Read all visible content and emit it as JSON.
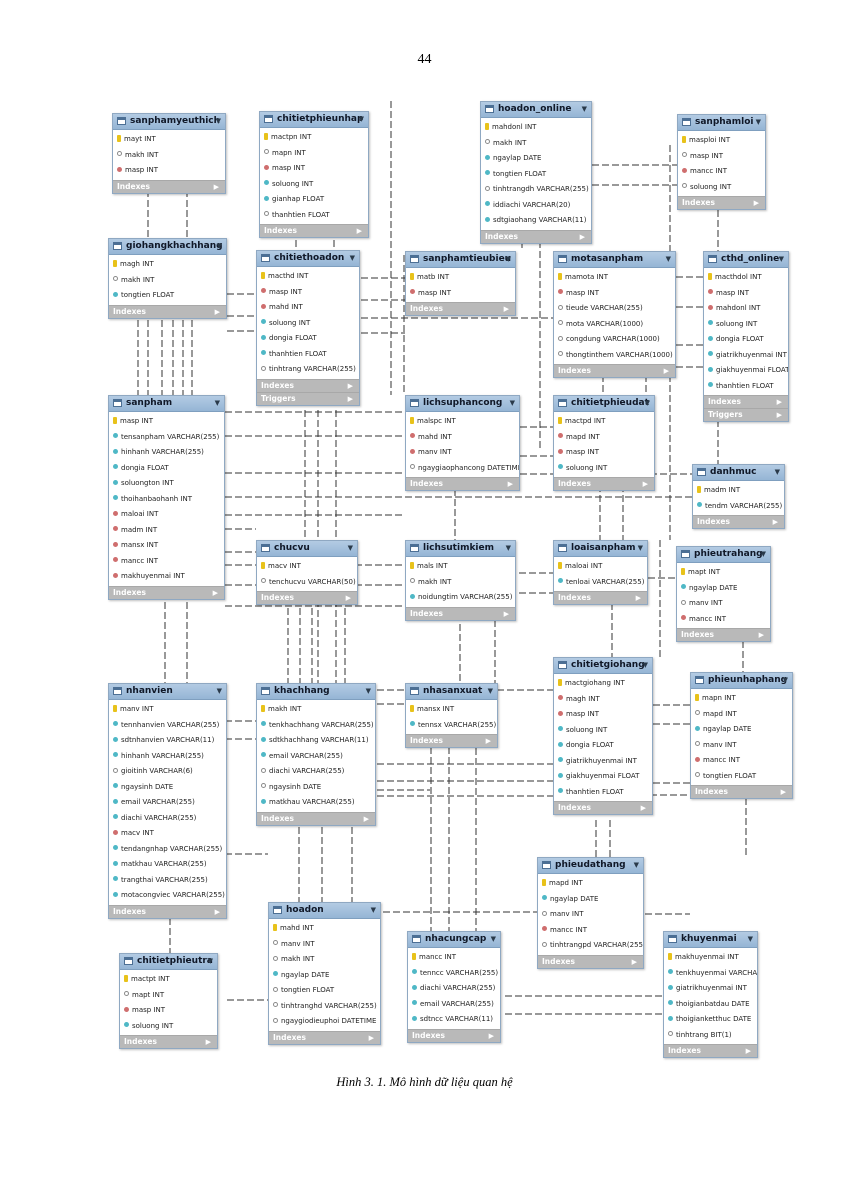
{
  "page_number": "44",
  "caption": "Hình 3. 1. Mô hình dữ liệu quan hệ",
  "ui": {
    "expand_glyph": "▼",
    "section_glyph": "▶"
  },
  "colors": {
    "header": "#9dbbd9",
    "section": "#b9b9b9",
    "primary_key": "#e8c21a",
    "foreign_key": "#cf6e6e",
    "column": "#4fb8c6",
    "line": "#333333"
  },
  "tables": [
    {
      "name": "sanphamyeuthich",
      "columns": [
        {
          "t": "key",
          "n": "mayt INT"
        },
        {
          "t": "plain",
          "n": "makh INT"
        },
        {
          "t": "fk",
          "n": "masp INT"
        }
      ],
      "sections": [
        "Indexes"
      ]
    },
    {
      "name": "chitietphieunhap",
      "columns": [
        {
          "t": "key",
          "n": "mactpn INT"
        },
        {
          "t": "plain",
          "n": "mapn INT"
        },
        {
          "t": "fk",
          "n": "masp INT"
        },
        {
          "t": "nn",
          "n": "soluong INT"
        },
        {
          "t": "nn",
          "n": "gianhap FLOAT"
        },
        {
          "t": "plain",
          "n": "thanhtien FLOAT"
        }
      ],
      "sections": [
        "Indexes"
      ]
    },
    {
      "name": "hoadon_online",
      "columns": [
        {
          "t": "key",
          "n": "mahdonl INT"
        },
        {
          "t": "plain",
          "n": "makh INT"
        },
        {
          "t": "nn",
          "n": "ngaylap DATE"
        },
        {
          "t": "nn",
          "n": "tongtien FLOAT"
        },
        {
          "t": "plain",
          "n": "tinhtrangdh VARCHAR(255)"
        },
        {
          "t": "nn",
          "n": "iddiachi VARCHAR(20)"
        },
        {
          "t": "nn",
          "n": "sdtgiaohang VARCHAR(11)"
        }
      ],
      "sections": [
        "Indexes"
      ]
    },
    {
      "name": "sanphamloi",
      "columns": [
        {
          "t": "key",
          "n": "masploi INT"
        },
        {
          "t": "plain",
          "n": "masp INT"
        },
        {
          "t": "fk",
          "n": "mancc INT"
        },
        {
          "t": "plain",
          "n": "soluong INT"
        }
      ],
      "sections": [
        "Indexes"
      ]
    },
    {
      "name": "giohangkhachhang",
      "columns": [
        {
          "t": "key",
          "n": "magh INT"
        },
        {
          "t": "plain",
          "n": "makh INT"
        },
        {
          "t": "nn",
          "n": "tongtien FLOAT"
        }
      ],
      "sections": [
        "Indexes"
      ]
    },
    {
      "name": "chitiethoadon",
      "columns": [
        {
          "t": "key",
          "n": "macthd INT"
        },
        {
          "t": "fk",
          "n": "masp INT"
        },
        {
          "t": "fk",
          "n": "mahd INT"
        },
        {
          "t": "nn",
          "n": "soluong INT"
        },
        {
          "t": "nn",
          "n": "dongia FLOAT"
        },
        {
          "t": "nn",
          "n": "thanhtien FLOAT"
        },
        {
          "t": "plain",
          "n": "tinhtrang VARCHAR(255)"
        }
      ],
      "sections": [
        "Indexes",
        "Triggers"
      ]
    },
    {
      "name": "sanphamtieubieu",
      "columns": [
        {
          "t": "key",
          "n": "matb INT"
        },
        {
          "t": "fk",
          "n": "masp INT"
        }
      ],
      "sections": [
        "Indexes"
      ]
    },
    {
      "name": "motasanpham",
      "columns": [
        {
          "t": "key",
          "n": "mamota INT"
        },
        {
          "t": "fk",
          "n": "masp INT"
        },
        {
          "t": "plain",
          "n": "tieude VARCHAR(255)"
        },
        {
          "t": "plain",
          "n": "mota VARCHAR(1000)"
        },
        {
          "t": "plain",
          "n": "congdung VARCHAR(1000)"
        },
        {
          "t": "plain",
          "n": "thongtinthem VARCHAR(1000)"
        }
      ],
      "sections": [
        "Indexes"
      ]
    },
    {
      "name": "cthd_online",
      "columns": [
        {
          "t": "key",
          "n": "macthdol INT"
        },
        {
          "t": "fk",
          "n": "masp INT"
        },
        {
          "t": "fk",
          "n": "mahdonl INT"
        },
        {
          "t": "nn",
          "n": "soluong INT"
        },
        {
          "t": "nn",
          "n": "dongia FLOAT"
        },
        {
          "t": "nn",
          "n": "giatrikhuyenmai INT"
        },
        {
          "t": "nn",
          "n": "giakhuyenmai FLOAT"
        },
        {
          "t": "nn",
          "n": "thanhtien FLOAT"
        }
      ],
      "sections": [
        "Indexes",
        "Triggers"
      ]
    },
    {
      "name": "sanpham",
      "columns": [
        {
          "t": "key",
          "n": "masp INT"
        },
        {
          "t": "nn",
          "n": "tensanpham VARCHAR(255)"
        },
        {
          "t": "nn",
          "n": "hinhanh VARCHAR(255)"
        },
        {
          "t": "nn",
          "n": "dongia FLOAT"
        },
        {
          "t": "nn",
          "n": "soluongton INT"
        },
        {
          "t": "nn",
          "n": "thoihanbaohanh INT"
        },
        {
          "t": "fk",
          "n": "maloai INT"
        },
        {
          "t": "fk",
          "n": "madm INT"
        },
        {
          "t": "fk",
          "n": "mansx INT"
        },
        {
          "t": "fk",
          "n": "mancc INT"
        },
        {
          "t": "fk",
          "n": "makhuyenmai INT"
        }
      ],
      "sections": [
        "Indexes"
      ]
    },
    {
      "name": "lichsuphancong",
      "columns": [
        {
          "t": "key",
          "n": "malspc INT"
        },
        {
          "t": "fk",
          "n": "mahd INT"
        },
        {
          "t": "fk",
          "n": "manv INT"
        },
        {
          "t": "plain",
          "n": "ngaygiaophancong DATETIME"
        }
      ],
      "sections": [
        "Indexes"
      ]
    },
    {
      "name": "chitietphieudat",
      "columns": [
        {
          "t": "key",
          "n": "mactpd INT"
        },
        {
          "t": "fk",
          "n": "mapd INT"
        },
        {
          "t": "fk",
          "n": "masp INT"
        },
        {
          "t": "nn",
          "n": "soluong INT"
        }
      ],
      "sections": [
        "Indexes"
      ]
    },
    {
      "name": "danhmuc",
      "columns": [
        {
          "t": "key",
          "n": "madm INT"
        },
        {
          "t": "nn",
          "n": "tendm VARCHAR(255)"
        }
      ],
      "sections": [
        "Indexes"
      ]
    },
    {
      "name": "chucvu",
      "columns": [
        {
          "t": "key",
          "n": "macv INT"
        },
        {
          "t": "plain",
          "n": "tenchucvu VARCHAR(50)"
        }
      ],
      "sections": [
        "Indexes"
      ]
    },
    {
      "name": "lichsutimkiem",
      "columns": [
        {
          "t": "key",
          "n": "mals INT"
        },
        {
          "t": "plain",
          "n": "makh INT"
        },
        {
          "t": "nn",
          "n": "noidungtim VARCHAR(255)"
        }
      ],
      "sections": [
        "Indexes"
      ]
    },
    {
      "name": "loaisanpham",
      "columns": [
        {
          "t": "key",
          "n": "maloai INT"
        },
        {
          "t": "nn",
          "n": "tenloai VARCHAR(255)"
        }
      ],
      "sections": [
        "Indexes"
      ]
    },
    {
      "name": "phieutrahang",
      "columns": [
        {
          "t": "key",
          "n": "mapt INT"
        },
        {
          "t": "nn",
          "n": "ngaylap DATE"
        },
        {
          "t": "plain",
          "n": "manv INT"
        },
        {
          "t": "fk",
          "n": "mancc INT"
        }
      ],
      "sections": [
        "Indexes"
      ]
    },
    {
      "name": "nhanvien",
      "columns": [
        {
          "t": "key",
          "n": "manv INT"
        },
        {
          "t": "nn",
          "n": "tennhanvien VARCHAR(255)"
        },
        {
          "t": "nn",
          "n": "sdtnhanvien VARCHAR(11)"
        },
        {
          "t": "nn",
          "n": "hinhanh VARCHAR(255)"
        },
        {
          "t": "plain",
          "n": "gioitinh VARCHAR(6)"
        },
        {
          "t": "nn",
          "n": "ngaysinh DATE"
        },
        {
          "t": "nn",
          "n": "email VARCHAR(255)"
        },
        {
          "t": "nn",
          "n": "diachi VARCHAR(255)"
        },
        {
          "t": "fk",
          "n": "macv INT"
        },
        {
          "t": "nn",
          "n": "tendangnhap VARCHAR(255)"
        },
        {
          "t": "nn",
          "n": "matkhau VARCHAR(255)"
        },
        {
          "t": "nn",
          "n": "trangthai VARCHAR(255)"
        },
        {
          "t": "nn",
          "n": "motacongviec VARCHAR(255)"
        }
      ],
      "sections": [
        "Indexes"
      ]
    },
    {
      "name": "khachhang",
      "columns": [
        {
          "t": "key",
          "n": "makh INT"
        },
        {
          "t": "nn",
          "n": "tenkhachhang VARCHAR(255)"
        },
        {
          "t": "nn",
          "n": "sdtkhachhang VARCHAR(11)"
        },
        {
          "t": "nn",
          "n": "email VARCHAR(255)"
        },
        {
          "t": "plain",
          "n": "diachi VARCHAR(255)"
        },
        {
          "t": "plain",
          "n": "ngaysinh DATE"
        },
        {
          "t": "nn",
          "n": "matkhau VARCHAR(255)"
        }
      ],
      "sections": [
        "Indexes"
      ]
    },
    {
      "name": "nhasanxuat",
      "columns": [
        {
          "t": "key",
          "n": "mansx INT"
        },
        {
          "t": "nn",
          "n": "tennsx VARCHAR(255)"
        }
      ],
      "sections": [
        "Indexes"
      ]
    },
    {
      "name": "chitietgiohang",
      "columns": [
        {
          "t": "key",
          "n": "mactgiohang INT"
        },
        {
          "t": "fk",
          "n": "magh INT"
        },
        {
          "t": "fk",
          "n": "masp INT"
        },
        {
          "t": "nn",
          "n": "soluong INT"
        },
        {
          "t": "nn",
          "n": "dongia FLOAT"
        },
        {
          "t": "nn",
          "n": "giatrikhuyenmai INT"
        },
        {
          "t": "nn",
          "n": "giakhuyenmai FLOAT"
        },
        {
          "t": "nn",
          "n": "thanhtien FLOAT"
        }
      ],
      "sections": [
        "Indexes"
      ]
    },
    {
      "name": "phieunhaphang",
      "columns": [
        {
          "t": "key",
          "n": "mapn INT"
        },
        {
          "t": "plain",
          "n": "mapd INT"
        },
        {
          "t": "nn",
          "n": "ngaylap DATE"
        },
        {
          "t": "plain",
          "n": "manv INT"
        },
        {
          "t": "fk",
          "n": "mancc INT"
        },
        {
          "t": "plain",
          "n": "tongtien FLOAT"
        }
      ],
      "sections": [
        "Indexes"
      ]
    },
    {
      "name": "phieudathang",
      "columns": [
        {
          "t": "key",
          "n": "mapd INT"
        },
        {
          "t": "nn",
          "n": "ngaylap DATE"
        },
        {
          "t": "plain",
          "n": "manv INT"
        },
        {
          "t": "fk",
          "n": "mancc INT"
        },
        {
          "t": "plain",
          "n": "tinhtrangpd VARCHAR(255)"
        }
      ],
      "sections": [
        "Indexes"
      ]
    },
    {
      "name": "hoadon",
      "columns": [
        {
          "t": "key",
          "n": "mahd INT"
        },
        {
          "t": "plain",
          "n": "manv INT"
        },
        {
          "t": "plain",
          "n": "makh INT"
        },
        {
          "t": "nn",
          "n": "ngaylap DATE"
        },
        {
          "t": "plain",
          "n": "tongtien FLOAT"
        },
        {
          "t": "plain",
          "n": "tinhtranghd VARCHAR(255)"
        },
        {
          "t": "plain",
          "n": "ngaygiodieuphoi DATETIME"
        }
      ],
      "sections": [
        "Indexes"
      ]
    },
    {
      "name": "nhacungcap",
      "columns": [
        {
          "t": "key",
          "n": "mancc INT"
        },
        {
          "t": "nn",
          "n": "tenncc VARCHAR(255)"
        },
        {
          "t": "nn",
          "n": "diachi VARCHAR(255)"
        },
        {
          "t": "nn",
          "n": "email VARCHAR(255)"
        },
        {
          "t": "nn",
          "n": "sdtncc VARCHAR(11)"
        }
      ],
      "sections": [
        "Indexes"
      ]
    },
    {
      "name": "khuyenmai",
      "columns": [
        {
          "t": "key",
          "n": "makhuyenmai INT"
        },
        {
          "t": "nn",
          "n": "tenkhuyenmai VARCHAR(255)"
        },
        {
          "t": "nn",
          "n": "giatrikhuyenmai INT"
        },
        {
          "t": "nn",
          "n": "thoigianbatdau DATE"
        },
        {
          "t": "nn",
          "n": "thoigianketthuc DATE"
        },
        {
          "t": "plain",
          "n": "tinhtrang BIT(1)"
        }
      ],
      "sections": [
        "Indexes"
      ]
    },
    {
      "name": "chitietphieutra",
      "columns": [
        {
          "t": "key",
          "n": "mactpt INT"
        },
        {
          "t": "plain",
          "n": "mapt INT"
        },
        {
          "t": "fk",
          "n": "masp INT"
        },
        {
          "t": "nn",
          "n": "soluong INT"
        }
      ],
      "sections": [
        "Indexes"
      ]
    }
  ]
}
